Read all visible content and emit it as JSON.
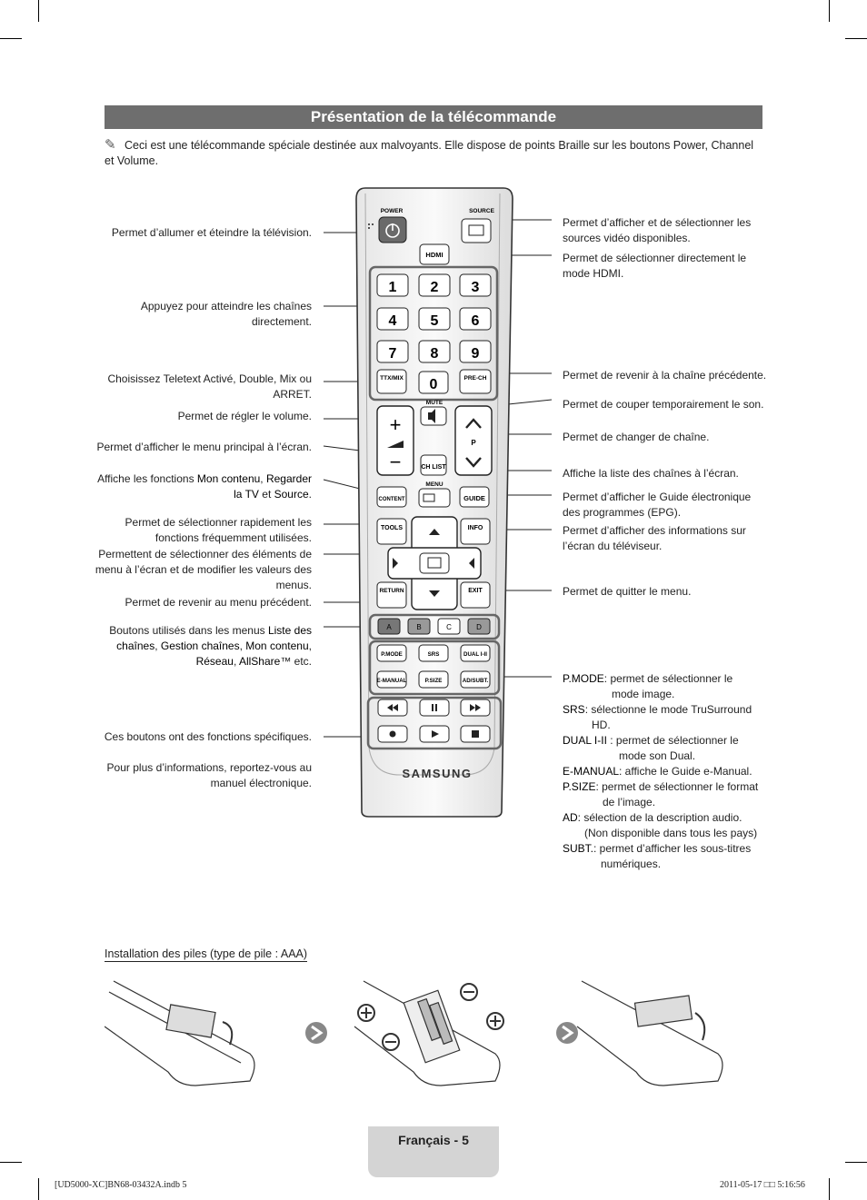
{
  "page_title": "Présentation de la télécommande",
  "intro_note": "Ceci est une télécommande spéciale destinée aux malvoyants. Elle dispose de points Braille sur les boutons Power, Channel et Volume.",
  "left_labels": {
    "power": "Permet d’allumer et éteindre la télévision.",
    "numbers": "Appuyez pour atteindre les chaînes directement.",
    "ttx": "Choisissez Teletext Activé, Double, Mix ou ARRET.",
    "volume": "Permet de régler le volume.",
    "menu": "Permet d’afficher le menu principal à l’écran.",
    "content_pre": "Affiche les fonctions ",
    "content_b1": "Mon contenu",
    "content_sep1": ", ",
    "content_b2": "Regarder la TV",
    "content_sep2": " et ",
    "content_b3": "Source",
    "content_end": ".",
    "tools": "Permet de sélectionner rapidement les fonctions fréquemment utilisées.",
    "arrows": "Permettent de sélectionner des éléments de menu à l’écran et de modifier les valeurs des menus.",
    "return": "Permet de revenir au menu précédent.",
    "color_pre": "Boutons utilisés dans les menus ",
    "color_b1": "Liste des chaînes",
    "color_sep1": ", ",
    "color_b2": "Gestion chaînes",
    "color_sep2": ", ",
    "color_b3": "Mon contenu",
    "color_sep3": ", ",
    "color_b4": "Réseau",
    "color_sep4": ", ",
    "color_b5": "AllShare",
    "color_end": "™ etc.",
    "media_1": "Ces boutons ont des fonctions spécifiques.",
    "media_2": "Pour plus d’informations, reportez-vous au manuel électronique."
  },
  "right_labels": {
    "source": "Permet d’afficher et de sélectionner les sources vidéo disponibles.",
    "hdmi": "Permet de sélectionner directement le mode HDMI.",
    "prech": "Permet de revenir à la chaîne précédente.",
    "mute": "Permet de couper temporairement le son.",
    "channel": "Permet de changer de chaîne.",
    "chlist": "Affiche la liste des chaînes à l’écran.",
    "guide": "Permet d’afficher le Guide électronique des programmes (EPG).",
    "info": "Permet d’afficher des informations sur l’écran du téléviseur.",
    "exit": "Permet de quitter le menu.",
    "functions": [
      {
        "key": "P.MODE",
        "text": ": permet de sélectionner le",
        "cont": "mode image."
      },
      {
        "key": "SRS",
        "text": ": sélectionne le mode TruSurround",
        "cont": "HD."
      },
      {
        "key": "DUAL I-II",
        "text": " : permet de sélectionner le",
        "cont": "mode son Dual."
      },
      {
        "key": "E-MANUAL",
        "text": ": affiche le Guide e-Manual.",
        "cont": ""
      },
      {
        "key": "P.SIZE",
        "text": ": permet de sélectionner le format",
        "cont": "de l’image."
      },
      {
        "key": "AD",
        "text": ": sélection de la description audio.",
        "cont": "(Non disponible dans tous les pays)"
      },
      {
        "key": "SUBT.",
        "text": ": permet d’afficher les sous-titres",
        "cont": "numériques."
      }
    ]
  },
  "remote": {
    "power": "POWER",
    "source": "SOURCE",
    "hdmi": "HDMI",
    "digits": [
      "1",
      "2",
      "3",
      "4",
      "5",
      "6",
      "7",
      "8",
      "9"
    ],
    "zero": "0",
    "ttx": "TTX/MIX",
    "prech": "PRE-CH",
    "mute": "MUTE",
    "ch_p": "P",
    "chlist": "CH LIST",
    "menu": "MENU",
    "content": "CONTENT",
    "guide": "GUIDE",
    "tools": "TOOLS",
    "info": "INFO",
    "return": "RETURN",
    "exit": "EXIT",
    "colors": [
      "A",
      "B",
      "C",
      "D"
    ],
    "func_row1": [
      "P.MODE",
      "SRS",
      "DUAL I-II"
    ],
    "func_row2": [
      "E-MANUAL",
      "P.SIZE",
      "AD/SUBT."
    ],
    "brand": "SAMSUNG"
  },
  "install_title": "Installation des piles (type de pile : AAA)",
  "footer": {
    "page_label": "Français - 5",
    "file": "[UD5000-XC]BN68-03432A.indb   5",
    "date": "2011-05-17   □□ 5:16:56"
  }
}
